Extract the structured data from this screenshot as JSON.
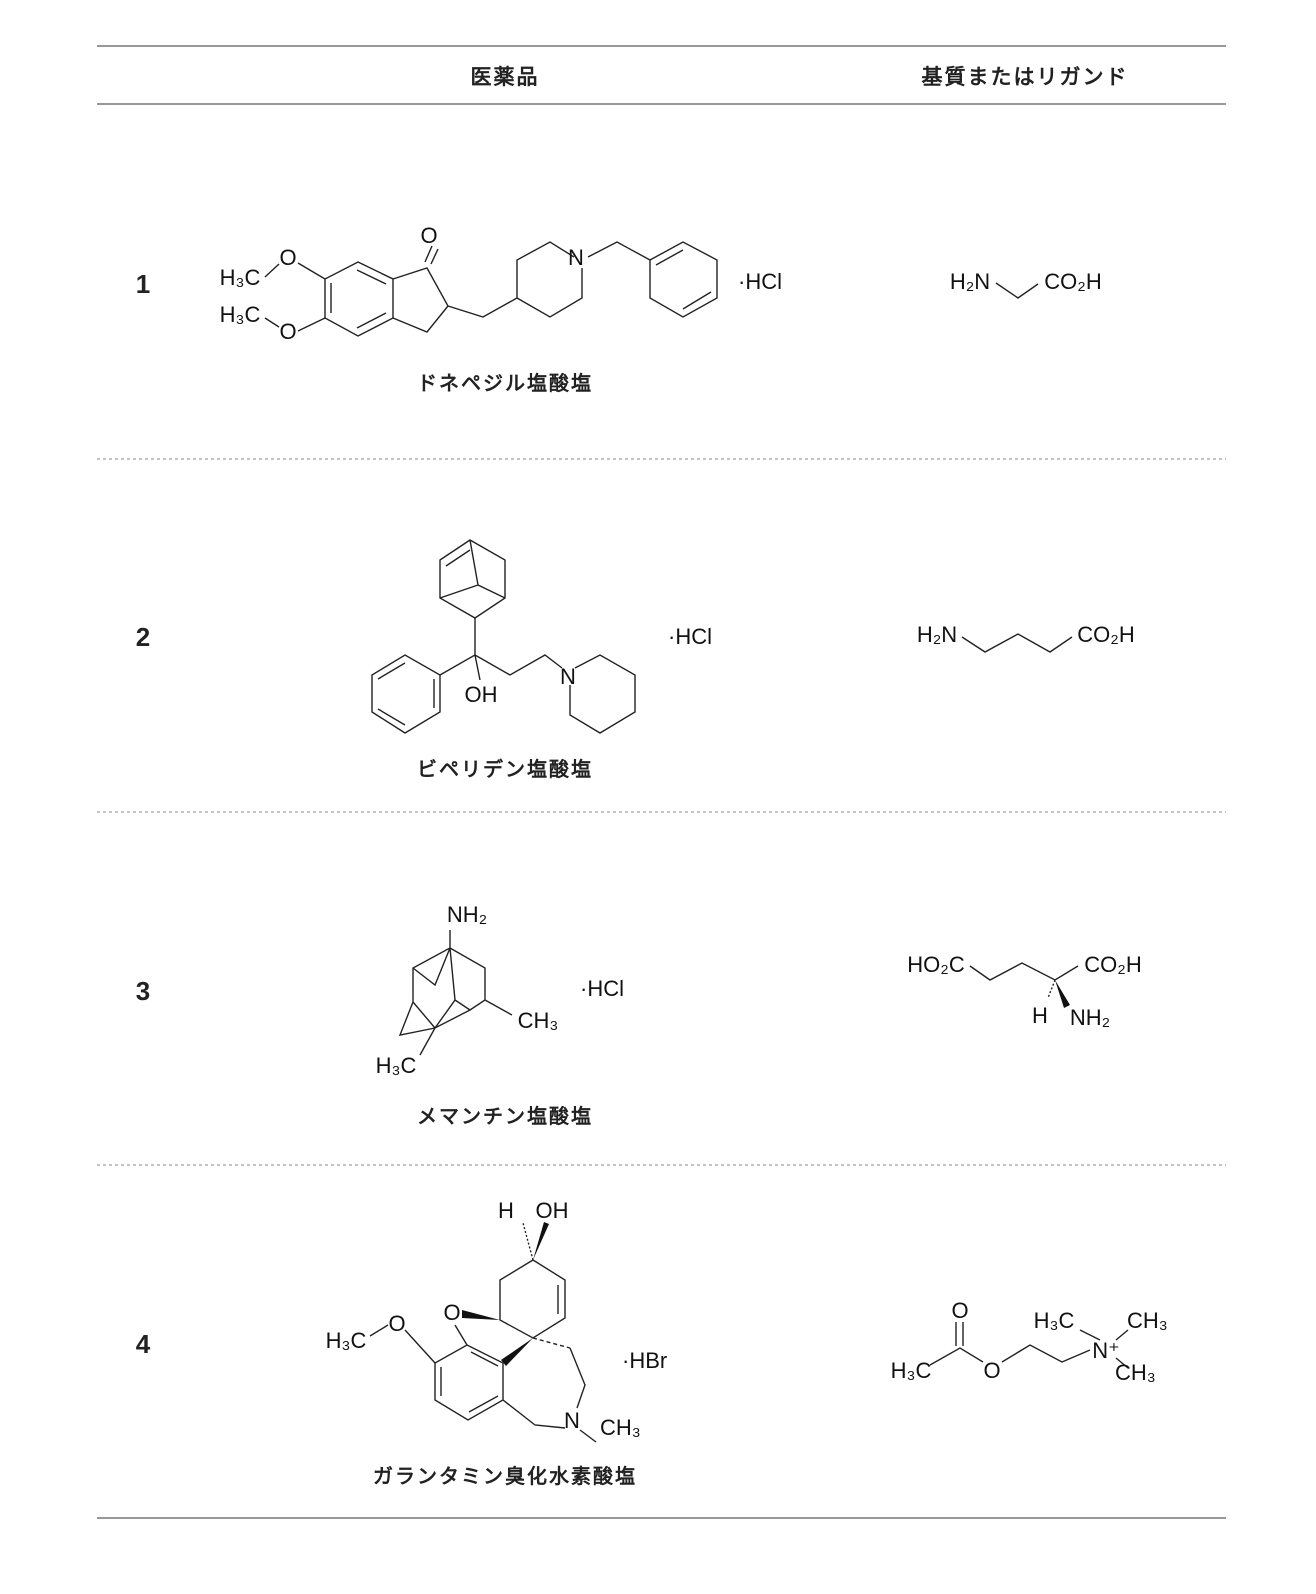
{
  "header": {
    "col_drug": "医薬品",
    "col_ligand": "基質またはリガンド"
  },
  "rows": [
    {
      "number": "1",
      "drug_name": "ドネペジル塩酸塩",
      "salt": "·HCl",
      "drug_labels": {
        "o_ketone": "O",
        "o1": "O",
        "o2": "O",
        "me1": "H₃C",
        "me2": "H₃C",
        "n": "N"
      },
      "ligand_labels": {
        "amine": "H₂N",
        "acid": "CO₂H"
      }
    },
    {
      "number": "2",
      "drug_name": "ビペリデン塩酸塩",
      "salt": "·HCl",
      "drug_labels": {
        "oh": "OH",
        "n": "N"
      },
      "ligand_labels": {
        "amine": "H₂N",
        "acid": "CO₂H"
      }
    },
    {
      "number": "3",
      "drug_name": "メマンチン塩酸塩",
      "salt": "·HCl",
      "drug_labels": {
        "nh2": "NH₂",
        "ch3": "CH₃",
        "h3c": "H₃C"
      },
      "ligand_labels": {
        "acid1": "HO₂C",
        "acid2": "CO₂H",
        "h": "H",
        "nh2": "NH₂"
      }
    },
    {
      "number": "4",
      "drug_name": "ガランタミン臭化水素酸塩",
      "salt": "·HBr",
      "drug_labels": {
        "h": "H",
        "oh": "OH",
        "o_ring": "O",
        "o_me": "O",
        "h3c": "H₃C",
        "n": "N",
        "ch3": "CH₃"
      },
      "ligand_labels": {
        "h3c": "H₃C",
        "o_carbonyl": "O",
        "o_ester": "O",
        "n_plus": "N⁺",
        "me_a": "H₃C",
        "me_b": "CH₃",
        "me_c": "CH₃"
      }
    }
  ]
}
